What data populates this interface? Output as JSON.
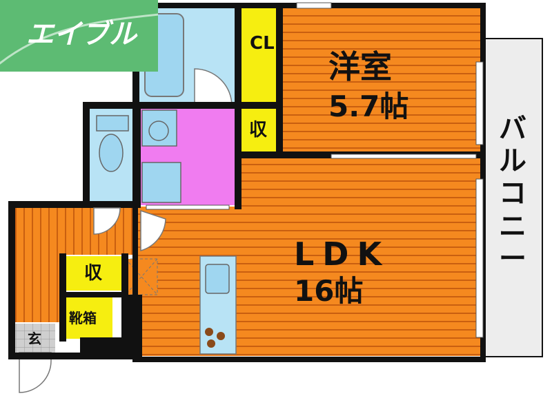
{
  "logo": {
    "text": "エイブル",
    "bg_color": "#5dbb73"
  },
  "colors": {
    "wood_floor": "#f5891f",
    "wood_stripe": "#c95f10",
    "wet_area": "#9fd6f0",
    "toilet_bath_area": "#b8e3f5",
    "washroom": "#f07cf0",
    "storage": "#f6ee10",
    "balcony": "#ededed",
    "wall": "#111111"
  },
  "rooms": {
    "western": {
      "name": "洋室",
      "size": "5.7帖"
    },
    "ldk": {
      "name": "LDK",
      "size": "16帖"
    },
    "closet": "CL",
    "storage_room": "収",
    "storage_entry": "収",
    "shoe_box": "靴箱",
    "entrance": "玄",
    "balcony": "バルコニー"
  }
}
